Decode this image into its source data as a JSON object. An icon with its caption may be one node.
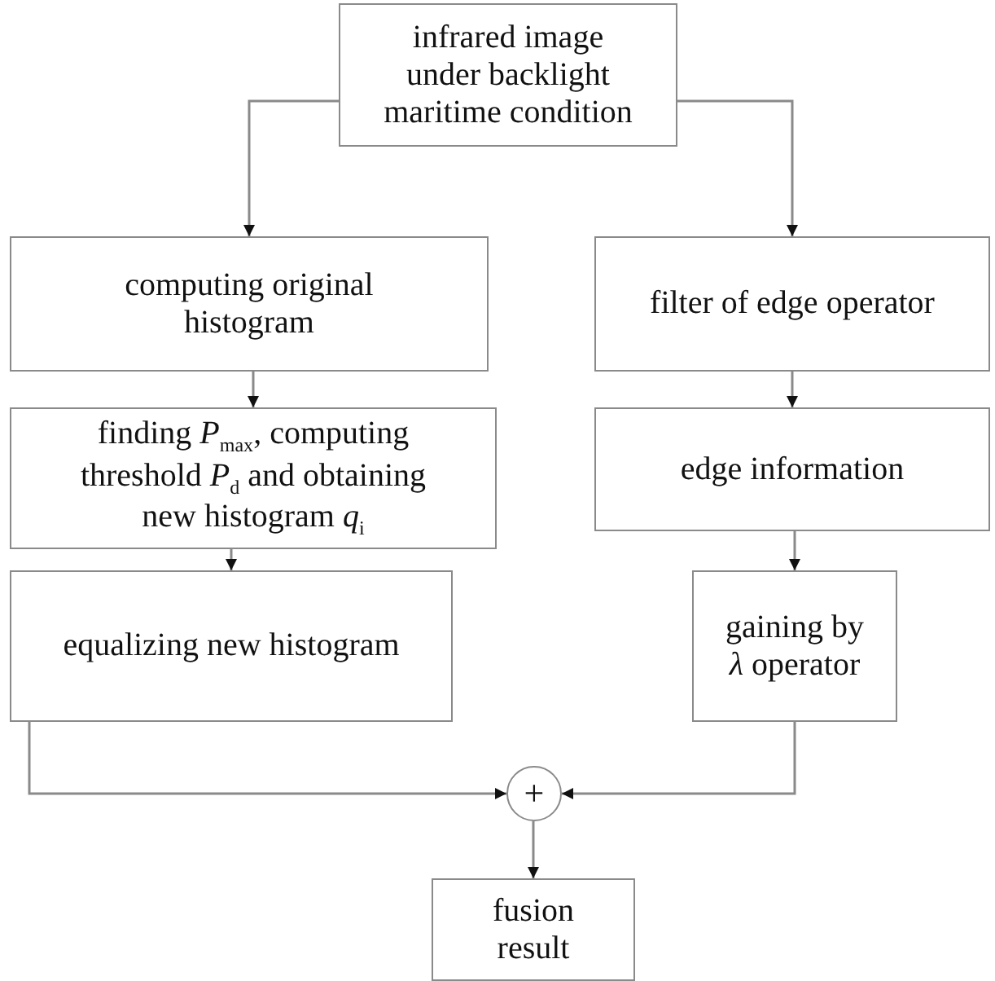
{
  "diagram": {
    "nodes": [
      {
        "text": [
          "infrared image under backlight maritime condition"
        ]
      },
      {
        "text": [
          "computing original histogram"
        ]
      },
      {
        "text": [
          "filter of edge operator"
        ]
      },
      {
        "text": [
          "finding *P*$_{max}$, computing threshold *P*$_{d}$ and obtaining new histogram *q*$_{i}$"
        ]
      },
      {
        "text": [
          "edge information"
        ]
      },
      {
        "text": [
          "equalizing new histogram"
        ]
      },
      {
        "text": [
          "gaining by *λ* operator"
        ]
      },
      {
        "text": [
          "+"
        ]
      },
      {
        "text": [
          "fusion result"
        ]
      }
    ],
    "edges": [
      {
        "from": 0,
        "to": 1,
        "arrow": "to"
      },
      {
        "from": 0,
        "to": 2,
        "arrow": "to"
      },
      {
        "from": 1,
        "to": 3,
        "arrow": "to"
      },
      {
        "from": 2,
        "to": 4,
        "arrow": "to"
      },
      {
        "from": 3,
        "to": 5,
        "arrow": "to"
      },
      {
        "from": 4,
        "to": 6,
        "arrow": "to"
      },
      {
        "from": 5,
        "to": 7,
        "arrow": "to"
      },
      {
        "from": 6,
        "to": 7,
        "arrow": "to"
      },
      {
        "from": 7,
        "to": 8,
        "arrow": "to"
      }
    ]
  }
}
